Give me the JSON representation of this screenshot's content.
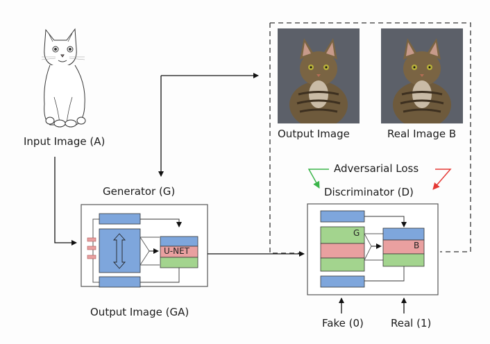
{
  "labels": {
    "input_image": "Input Image (A)",
    "generator": "Generator (G)",
    "generator_output": "Output Image (GA)",
    "output_image": "Output Image",
    "real_image": "Real Image B",
    "adversarial_loss": "Adversarial Loss",
    "discriminator": "Discriminator (D)",
    "fake": "Fake (0)",
    "real": "Real (1)"
  },
  "generator_block": {
    "unet_label": "U-NET"
  },
  "discriminator_block": {
    "left_stack_label": "G",
    "right_stack_label": "B"
  },
  "colors": {
    "blue_block": "#7ea6dc",
    "red_block": "#e9a0a0",
    "green_block": "#a3d48e",
    "loss_green_arrow": "#3bb54a",
    "loss_red_arrow": "#e53935",
    "line": "#222222",
    "box_border": "#555555"
  }
}
